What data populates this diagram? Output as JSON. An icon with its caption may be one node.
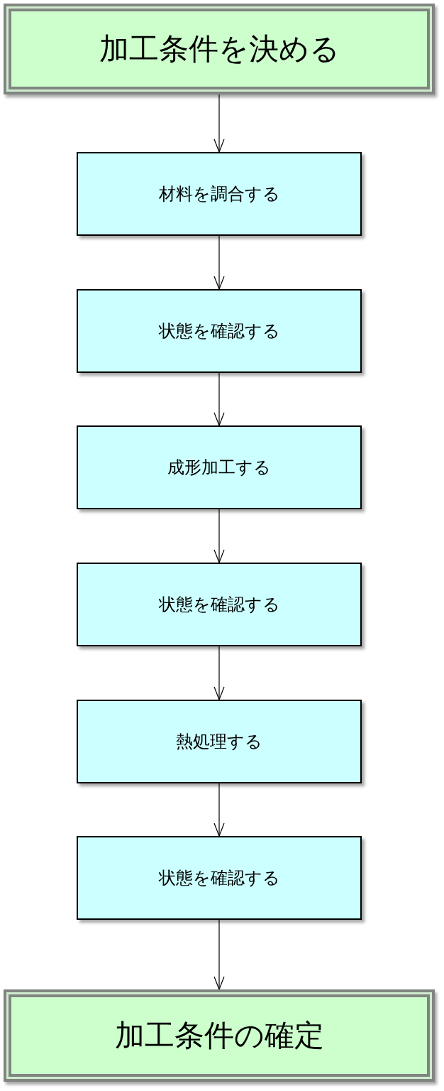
{
  "diagram": {
    "nodes": [
      {
        "text": [
          "加工条件を決める"
        ]
      },
      {
        "text": [
          "材料を調合する"
        ]
      },
      {
        "text": [
          "状態を確認する"
        ]
      },
      {
        "text": [
          "成形加工する"
        ]
      },
      {
        "text": [
          "状態を確認する"
        ]
      },
      {
        "text": [
          "熱処理する"
        ]
      },
      {
        "text": [
          "状態を確認する"
        ]
      },
      {
        "text": [
          "加工条件の確定"
        ]
      }
    ],
    "edges": [
      {
        "from": 0,
        "to": 1,
        "arrow": "to"
      },
      {
        "from": 1,
        "to": 2,
        "arrow": "to"
      },
      {
        "from": 2,
        "to": 3,
        "arrow": "to"
      },
      {
        "from": 3,
        "to": 4,
        "arrow": "to"
      },
      {
        "from": 4,
        "to": 5,
        "arrow": "to"
      },
      {
        "from": 5,
        "to": 6,
        "arrow": "to"
      },
      {
        "from": 6,
        "to": 7,
        "arrow": "to"
      }
    ]
  }
}
